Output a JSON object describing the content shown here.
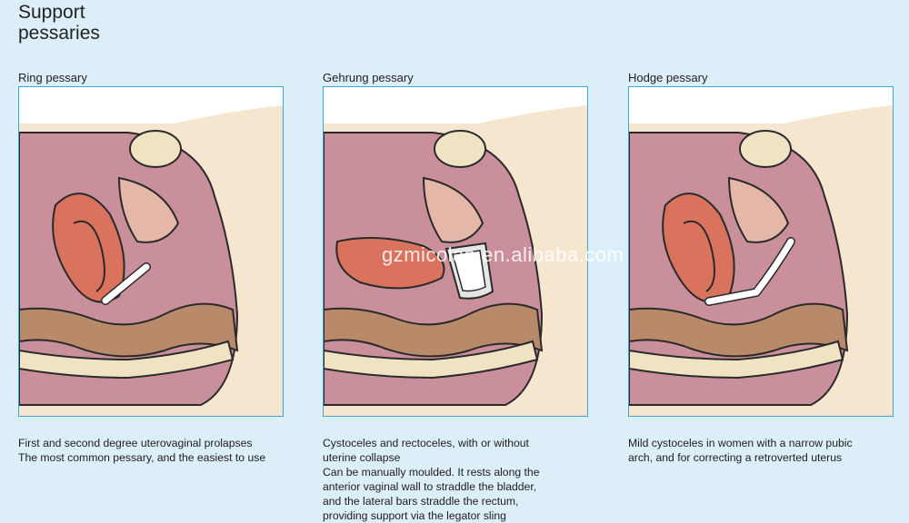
{
  "header": {
    "title_line1": "Support",
    "title_line2": "pessaries"
  },
  "panels": [
    {
      "title": "Ring pessary",
      "lines": [
        "First and second degree uterovaginal prolapses",
        "The most common pessary, and the easiest to use"
      ]
    },
    {
      "title": "Gehrung pessary",
      "lines": [
        "Cystoceles and rectoceles, with or without",
        "uterine collapse",
        "Can be manually moulded. It rests along the",
        "anterior vaginal wall to straddle the bladder,",
        "and the lateral bars straddle the rectum,",
        "providing support via the legator sling"
      ]
    },
    {
      "title": "Hodge pessary",
      "lines": [
        "Mild cystoceles in women with a narrow pubic",
        "arch, and for correcting a retroverted uterus"
      ]
    }
  ],
  "watermark": "gzmicolan.en.alibaba.com",
  "colors": {
    "background": "#dceef8",
    "frame_border": "#3aa6dc",
    "skin": "#f6e6cf",
    "pelvic_cavity": "#c98f9a",
    "uterus": "#d9735e",
    "bowel": "#b88a6a",
    "bone": "#efe3c3",
    "device": "#ffffff"
  }
}
